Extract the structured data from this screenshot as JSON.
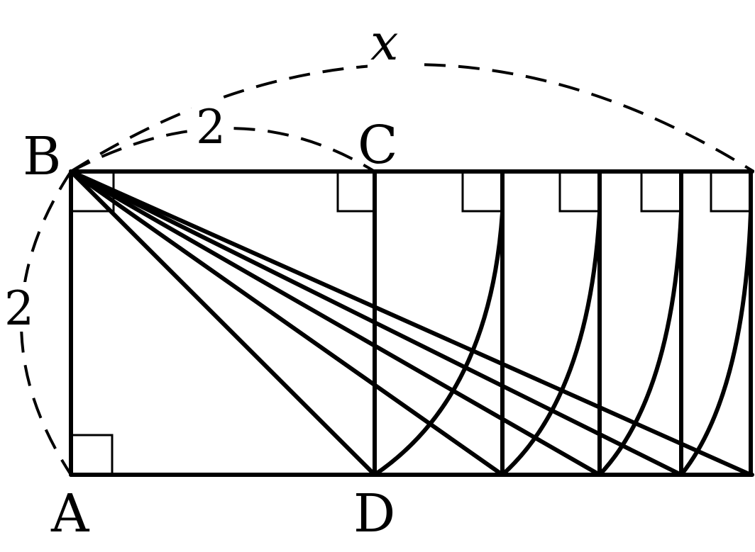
{
  "labels": {
    "point_b": "B",
    "point_c": "C",
    "point_a": "A",
    "point_d": "D",
    "side_bc": "2",
    "side_ab": "2",
    "span_x": "x"
  }
}
